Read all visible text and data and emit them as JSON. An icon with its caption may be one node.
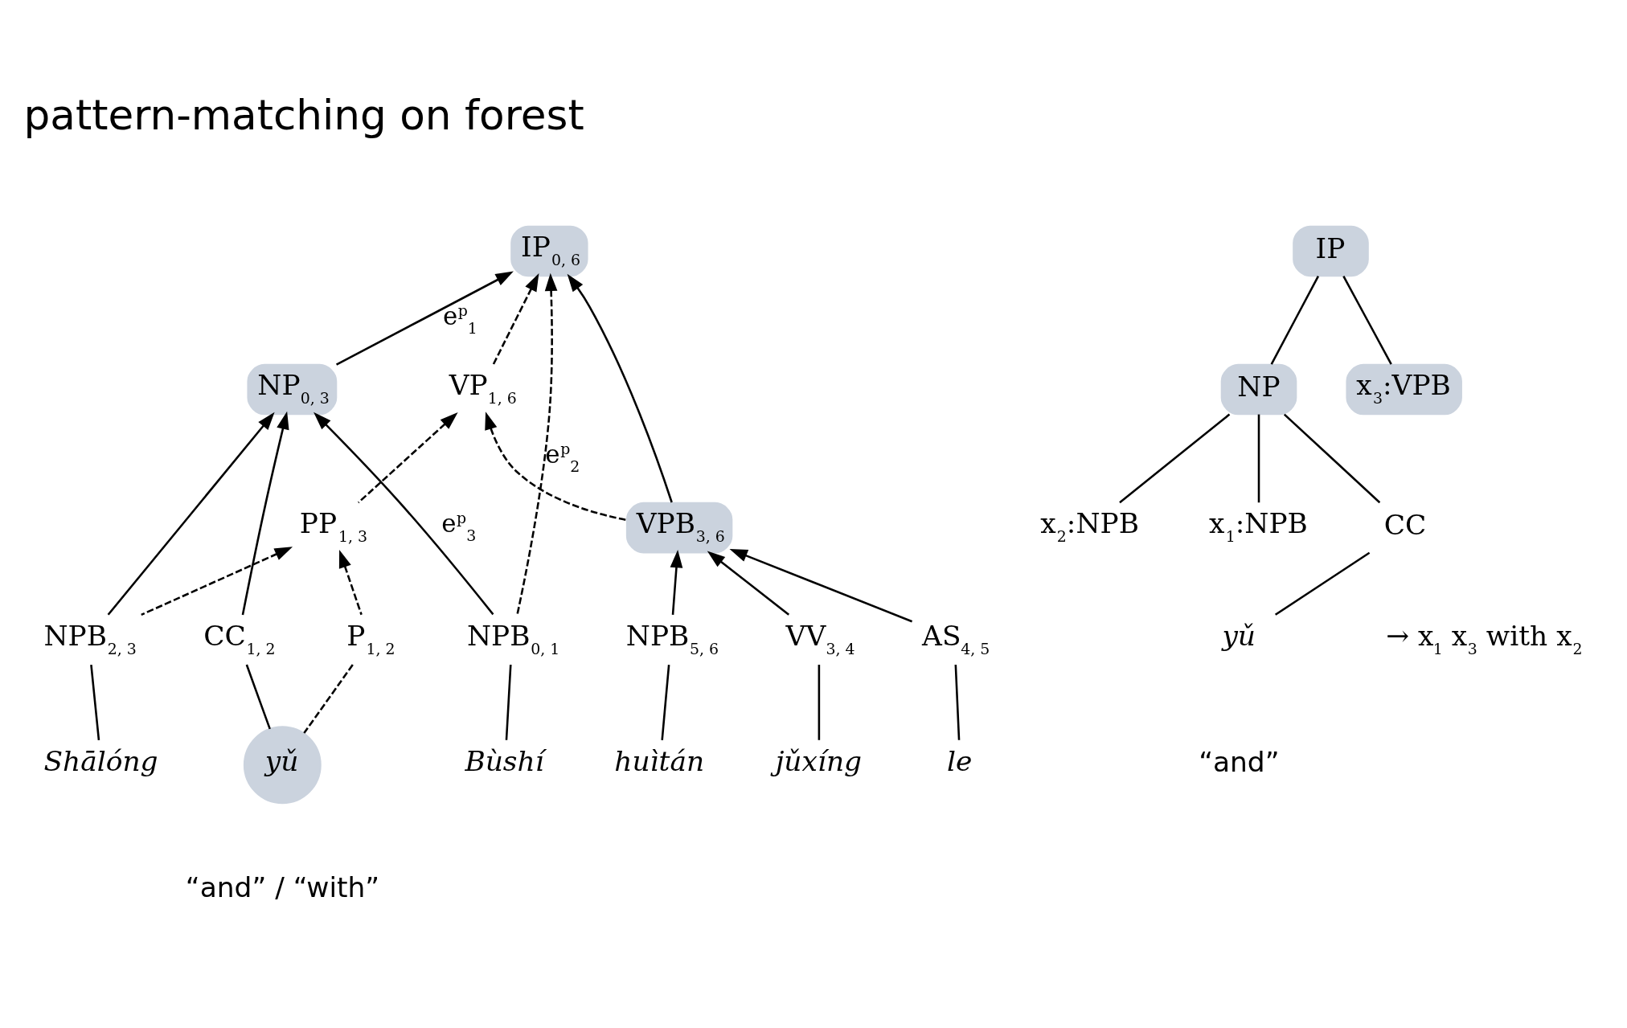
{
  "diagram": {
    "title": "pattern-matching on forest",
    "nodes": [
      {
        "text": [
          "IP$_{0, 6}$"
        ]
      },
      {
        "text": [
          "NP$_{0, 3}$"
        ]
      },
      {
        "text": [
          "VP$_{1, 6}$"
        ]
      },
      {
        "text": [
          "PP$_{1, 3}$"
        ]
      },
      {
        "text": [
          "VPB$_{3, 6}$"
        ]
      },
      {
        "text": [
          "NPB$_{0, 1}$"
        ]
      },
      {
        "text": [
          "CC$_{1, 2}$"
        ]
      },
      {
        "text": [
          "P$_{1, 2}$"
        ]
      },
      {
        "text": [
          "NPB$_{2, 3}$"
        ]
      },
      {
        "text": [
          "VV$_{3, 4}$"
        ]
      },
      {
        "text": [
          "AS$_{4, 5}$"
        ]
      },
      {
        "text": [
          "NPB$_{5, 6}$"
        ]
      },
      {
        "text": [
          "Bùshí"
        ]
      },
      {
        "text": [
          "yǔ"
        ],
        "beside": [
          "“and” / “with”"
        ]
      },
      {
        "text": [
          "Shālóng"
        ]
      },
      {
        "text": [
          "jǔxíng"
        ]
      },
      {
        "text": [
          "le"
        ]
      },
      {
        "text": [
          "huìtán"
        ]
      },
      {
        "text": [
          "IP"
        ]
      },
      {
        "text": [
          "NP"
        ]
      },
      {
        "text": [
          "x$_{3}$:VPB"
        ]
      },
      {
        "text": [
          "x$_{1}$:NPB"
        ]
      },
      {
        "text": [
          "CC"
        ]
      },
      {
        "text": [
          "x$_{2}$:NPB"
        ]
      },
      {
        "text": [
          "yǔ"
        ],
        "beside": [
          "“and”"
        ]
      }
    ],
    "edges": [
      {
        "from": 5,
        "to": 0,
        "arrow": "to",
        "style": "dashed",
        "label": "e$^{p}$$_{2}$"
      },
      {
        "from": 2,
        "to": 0,
        "arrow": "to",
        "style": "dashed"
      },
      {
        "from": 1,
        "to": 0,
        "arrow": "to",
        "label": "e$^{p}$$_{1}$"
      },
      {
        "from": 4,
        "to": 0,
        "arrow": "to"
      },
      {
        "from": 5,
        "to": 1,
        "arrow": "to",
        "label": "e$^{p}$$_{3}$"
      },
      {
        "from": 6,
        "to": 1,
        "arrow": "to"
      },
      {
        "from": 8,
        "to": 1,
        "arrow": "to"
      },
      {
        "from": 3,
        "to": 2,
        "arrow": "to",
        "style": "dashed"
      },
      {
        "from": 4,
        "to": 2,
        "arrow": "to",
        "style": "dashed"
      },
      {
        "from": 7,
        "to": 3,
        "arrow": "to",
        "style": "dashed"
      },
      {
        "from": 8,
        "to": 3,
        "arrow": "to",
        "style": "dashed"
      },
      {
        "from": 9,
        "to": 4,
        "arrow": "to"
      },
      {
        "from": 10,
        "to": 4,
        "arrow": "to"
      },
      {
        "from": 11,
        "to": 4,
        "arrow": "to"
      },
      {
        "from": 12,
        "to": 5,
        "arrow": "none"
      },
      {
        "from": 13,
        "to": 6,
        "arrow": "none"
      },
      {
        "from": 13,
        "to": 7,
        "arrow": "none",
        "style": "dashed"
      },
      {
        "from": 14,
        "to": 8,
        "arrow": "none"
      },
      {
        "from": 15,
        "to": 9,
        "arrow": "none"
      },
      {
        "from": 16,
        "to": 10,
        "arrow": "none"
      },
      {
        "from": 17,
        "to": 11,
        "arrow": "none"
      },
      {
        "from": 19,
        "to": 18,
        "arrow": "none"
      },
      {
        "from": 20,
        "to": 18,
        "arrow": "none"
      },
      {
        "from": 21,
        "to": 19,
        "arrow": "none"
      },
      {
        "from": 22,
        "to": 19,
        "arrow": "none"
      },
      {
        "from": 23,
        "to": 19,
        "arrow": "none"
      },
      {
        "from": 24,
        "to": 22,
        "arrow": "none"
      }
    ],
    "labels": [
      "→ x$_{1}$ x$_{3}$ with x$_{2}$"
    ]
  }
}
